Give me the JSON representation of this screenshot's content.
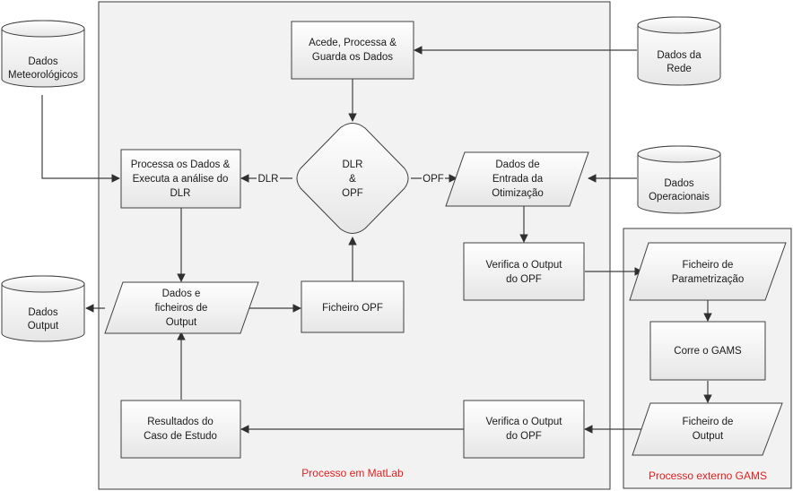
{
  "containers": {
    "matlab": "Processo em MatLab",
    "gams": "Processo externo GAMS"
  },
  "databases": {
    "meteo": [
      "Dados",
      "Meteorológicos"
    ],
    "rede": [
      "Dados da",
      "Rede"
    ],
    "operacionais": [
      "Dados",
      "Operacionais"
    ],
    "output": [
      "Dados",
      "Output"
    ]
  },
  "processes": {
    "acede": [
      "Acede, Processa &",
      "Guarda os Dados"
    ],
    "processa_dlr": [
      "Processa os Dados &",
      "Executa a análise do",
      "DLR"
    ],
    "ficheiro_opf": [
      "Ficheiro OPF"
    ],
    "verifica1": [
      "Verifica o Output",
      "do OPF"
    ],
    "verifica2": [
      "Verifica o Output",
      "do OPF"
    ],
    "resultados": [
      "Resultados do",
      "Caso de Estudo"
    ],
    "corre_gams": [
      "Corre o GAMS"
    ]
  },
  "io": {
    "dados_entrada": [
      "Dados  de",
      "Entrada da",
      "Otimização"
    ],
    "dados_output": [
      "Dados e",
      "ficheiros de",
      "Output"
    ],
    "parametrizacao": [
      "Ficheiro de",
      "Parametrização"
    ],
    "ficheiro_output": [
      "Ficheiro de",
      "Output"
    ]
  },
  "decision": [
    "DLR",
    "&",
    "OPF"
  ],
  "edge_labels": {
    "dlr": "DLR",
    "opf": "OPF"
  }
}
